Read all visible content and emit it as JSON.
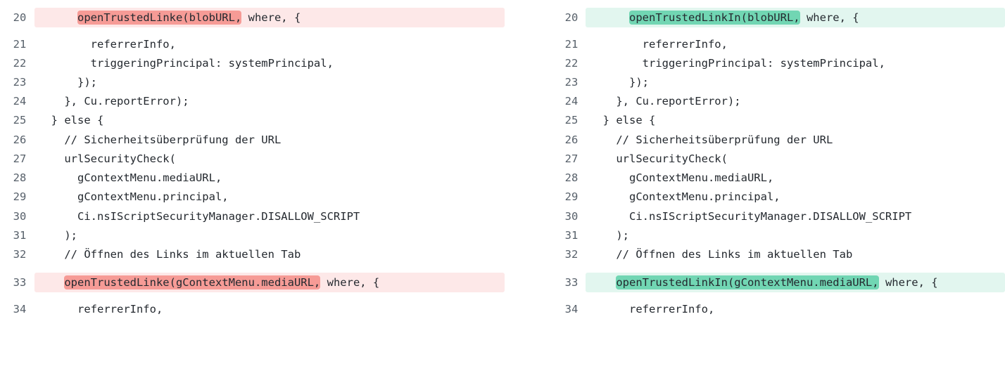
{
  "left": {
    "rows": [
      {
        "num": "20",
        "indent": "      ",
        "hl": "openTrustedLinke(blobURL,",
        "rest": " where, {"
      },
      {
        "num": "21",
        "code": "        referrerInfo,"
      },
      {
        "num": "22",
        "code": "        triggeringPrincipal: systemPrincipal,"
      },
      {
        "num": "23",
        "code": "      });"
      },
      {
        "num": "24",
        "code": "    }, Cu.reportError);"
      },
      {
        "num": "25",
        "code": "  } else {"
      },
      {
        "num": "26",
        "code": "    // Sicherheitsüberprüfung der URL"
      },
      {
        "num": "27",
        "code": "    urlSecurityCheck("
      },
      {
        "num": "28",
        "code": "      gContextMenu.mediaURL,"
      },
      {
        "num": "29",
        "code": "      gContextMenu.principal,"
      },
      {
        "num": "30",
        "code": "      Ci.nsIScriptSecurityManager.DISALLOW_SCRIPT"
      },
      {
        "num": "31",
        "code": "    );"
      },
      {
        "num": "32",
        "code": "    // Öffnen des Links im aktuellen Tab"
      },
      {
        "num": "33",
        "indent": "    ",
        "hl": "openTrustedLinke(gContextMenu.mediaURL,",
        "rest": " where, {"
      },
      {
        "num": "34",
        "code": "      referrerInfo,"
      }
    ]
  },
  "right": {
    "rows": [
      {
        "num": "20",
        "indent": "      ",
        "hl": "openTrustedLinkIn(blobURL,",
        "rest": " where, {"
      },
      {
        "num": "21",
        "code": "        referrerInfo,"
      },
      {
        "num": "22",
        "code": "        triggeringPrincipal: systemPrincipal,"
      },
      {
        "num": "23",
        "code": "      });"
      },
      {
        "num": "24",
        "code": "    }, Cu.reportError);"
      },
      {
        "num": "25",
        "code": "  } else {"
      },
      {
        "num": "26",
        "code": "    // Sicherheitsüberprüfung der URL"
      },
      {
        "num": "27",
        "code": "    urlSecurityCheck("
      },
      {
        "num": "28",
        "code": "      gContextMenu.mediaURL,"
      },
      {
        "num": "29",
        "code": "      gContextMenu.principal,"
      },
      {
        "num": "30",
        "code": "      Ci.nsIScriptSecurityManager.DISALLOW_SCRIPT"
      },
      {
        "num": "31",
        "code": "    );"
      },
      {
        "num": "32",
        "code": "    // Öffnen des Links im aktuellen Tab"
      },
      {
        "num": "33",
        "indent": "    ",
        "hl": "openTrustedLinkIn(gContextMenu.mediaURL,",
        "rest": " where, {"
      },
      {
        "num": "34",
        "code": "      referrerInfo,"
      }
    ]
  },
  "colors": {
    "removed_line_bg": "#fde8e8",
    "removed_word_bg": "#f69b96",
    "added_line_bg": "#e2f6ef",
    "added_word_bg": "#71d6b3",
    "line_number": "#57606a",
    "text": "#24292f"
  }
}
